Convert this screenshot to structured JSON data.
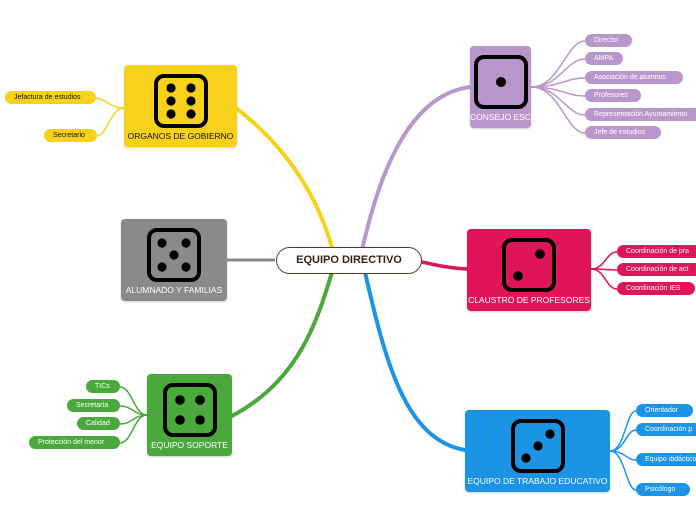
{
  "center": {
    "label": "EQUIPO DIRECTIVO"
  },
  "colors": {
    "yellow": "#f8d11a",
    "purple": "#b996cc",
    "red": "#e0145b",
    "blue": "#1b94e6",
    "green": "#4aa83c",
    "gray": "#8a8a8a"
  },
  "branches": {
    "organos": {
      "label": "ORGANOS DE GOBIERNO",
      "icon": "dice-six-icon",
      "children": [
        "Jefactura de estudios",
        "Secretario"
      ]
    },
    "alumnado": {
      "label": "ALUMNADO Y FAMILIAS",
      "icon": "dice-five-icon",
      "children": []
    },
    "soporte": {
      "label": "EQUIPO SOPORTE",
      "icon": "dice-four-icon",
      "children": [
        "TICs",
        "Secretaría",
        "Calidad",
        "Protección del menor"
      ]
    },
    "consejo": {
      "label": "CONSEJO ESCOLAR",
      "icon": "dice-one-icon",
      "children": [
        "Director",
        "AMPA",
        "Asociación de alumnos",
        "Profesores",
        "Representación Ayuntamiento",
        "Jefe de estudios"
      ]
    },
    "claustro": {
      "label": "CLAUSTRO DE PROFESORES",
      "icon": "dice-two-icon",
      "children": [
        "Coordinación de pra",
        "Coordinación de act",
        "Coordinación IES"
      ]
    },
    "trabajo": {
      "label": "EQUIPO DE TRABAJO EDUCATIVO",
      "icon": "dice-three-icon",
      "children": [
        "Orientador",
        "Coordinación p",
        "Equipo didáctico",
        "Psicólogo"
      ]
    }
  }
}
